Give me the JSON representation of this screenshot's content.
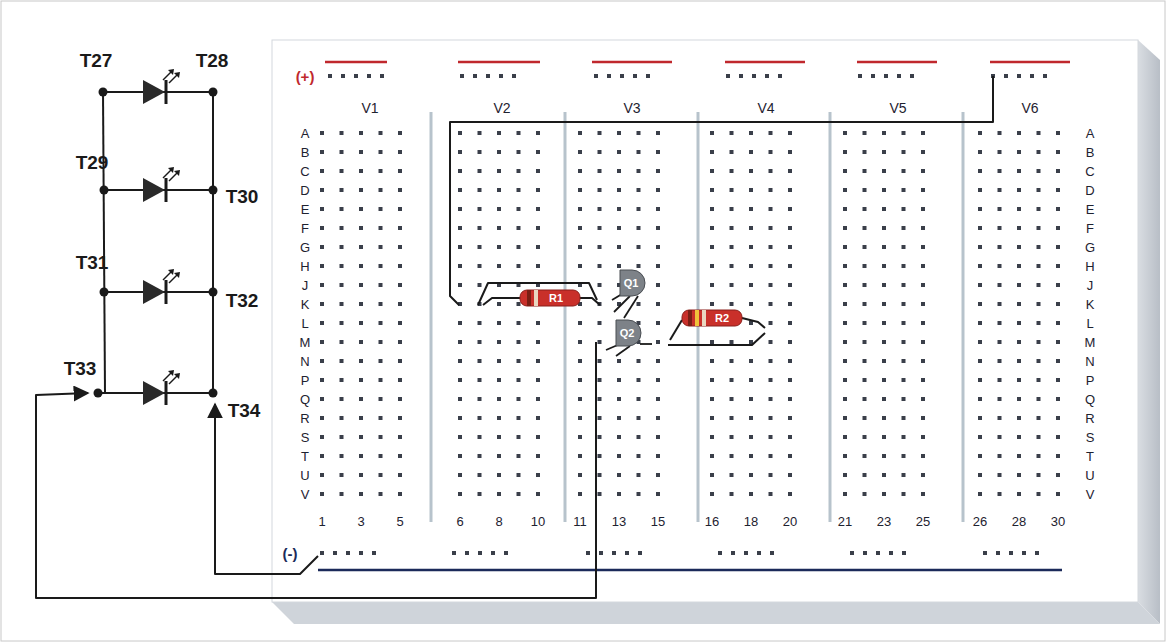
{
  "diagram": {
    "labels": [
      "(+)",
      "(-)",
      "V1",
      "V2",
      "V3",
      "V4",
      "V5",
      "V6",
      "A",
      "B",
      "C",
      "D",
      "E",
      "F",
      "G",
      "H",
      "J",
      "K",
      "L",
      "M",
      "N",
      "P",
      "Q",
      "R",
      "S",
      "T",
      "U",
      "V",
      "A",
      "B",
      "C",
      "D",
      "E",
      "F",
      "G",
      "H",
      "J",
      "K",
      "L",
      "M",
      "N",
      "P",
      "Q",
      "R",
      "S",
      "T",
      "U",
      "V",
      "1",
      "3",
      "5",
      "6",
      "8",
      "10",
      "11",
      "13",
      "15",
      "16",
      "18",
      "20",
      "21",
      "23",
      "25",
      "26",
      "28",
      "30",
      "R1",
      "R2",
      "Q1",
      "Q2",
      "T27",
      "T28",
      "T29",
      "T30",
      "T31",
      "T32",
      "T33",
      "T34"
    ]
  }
}
